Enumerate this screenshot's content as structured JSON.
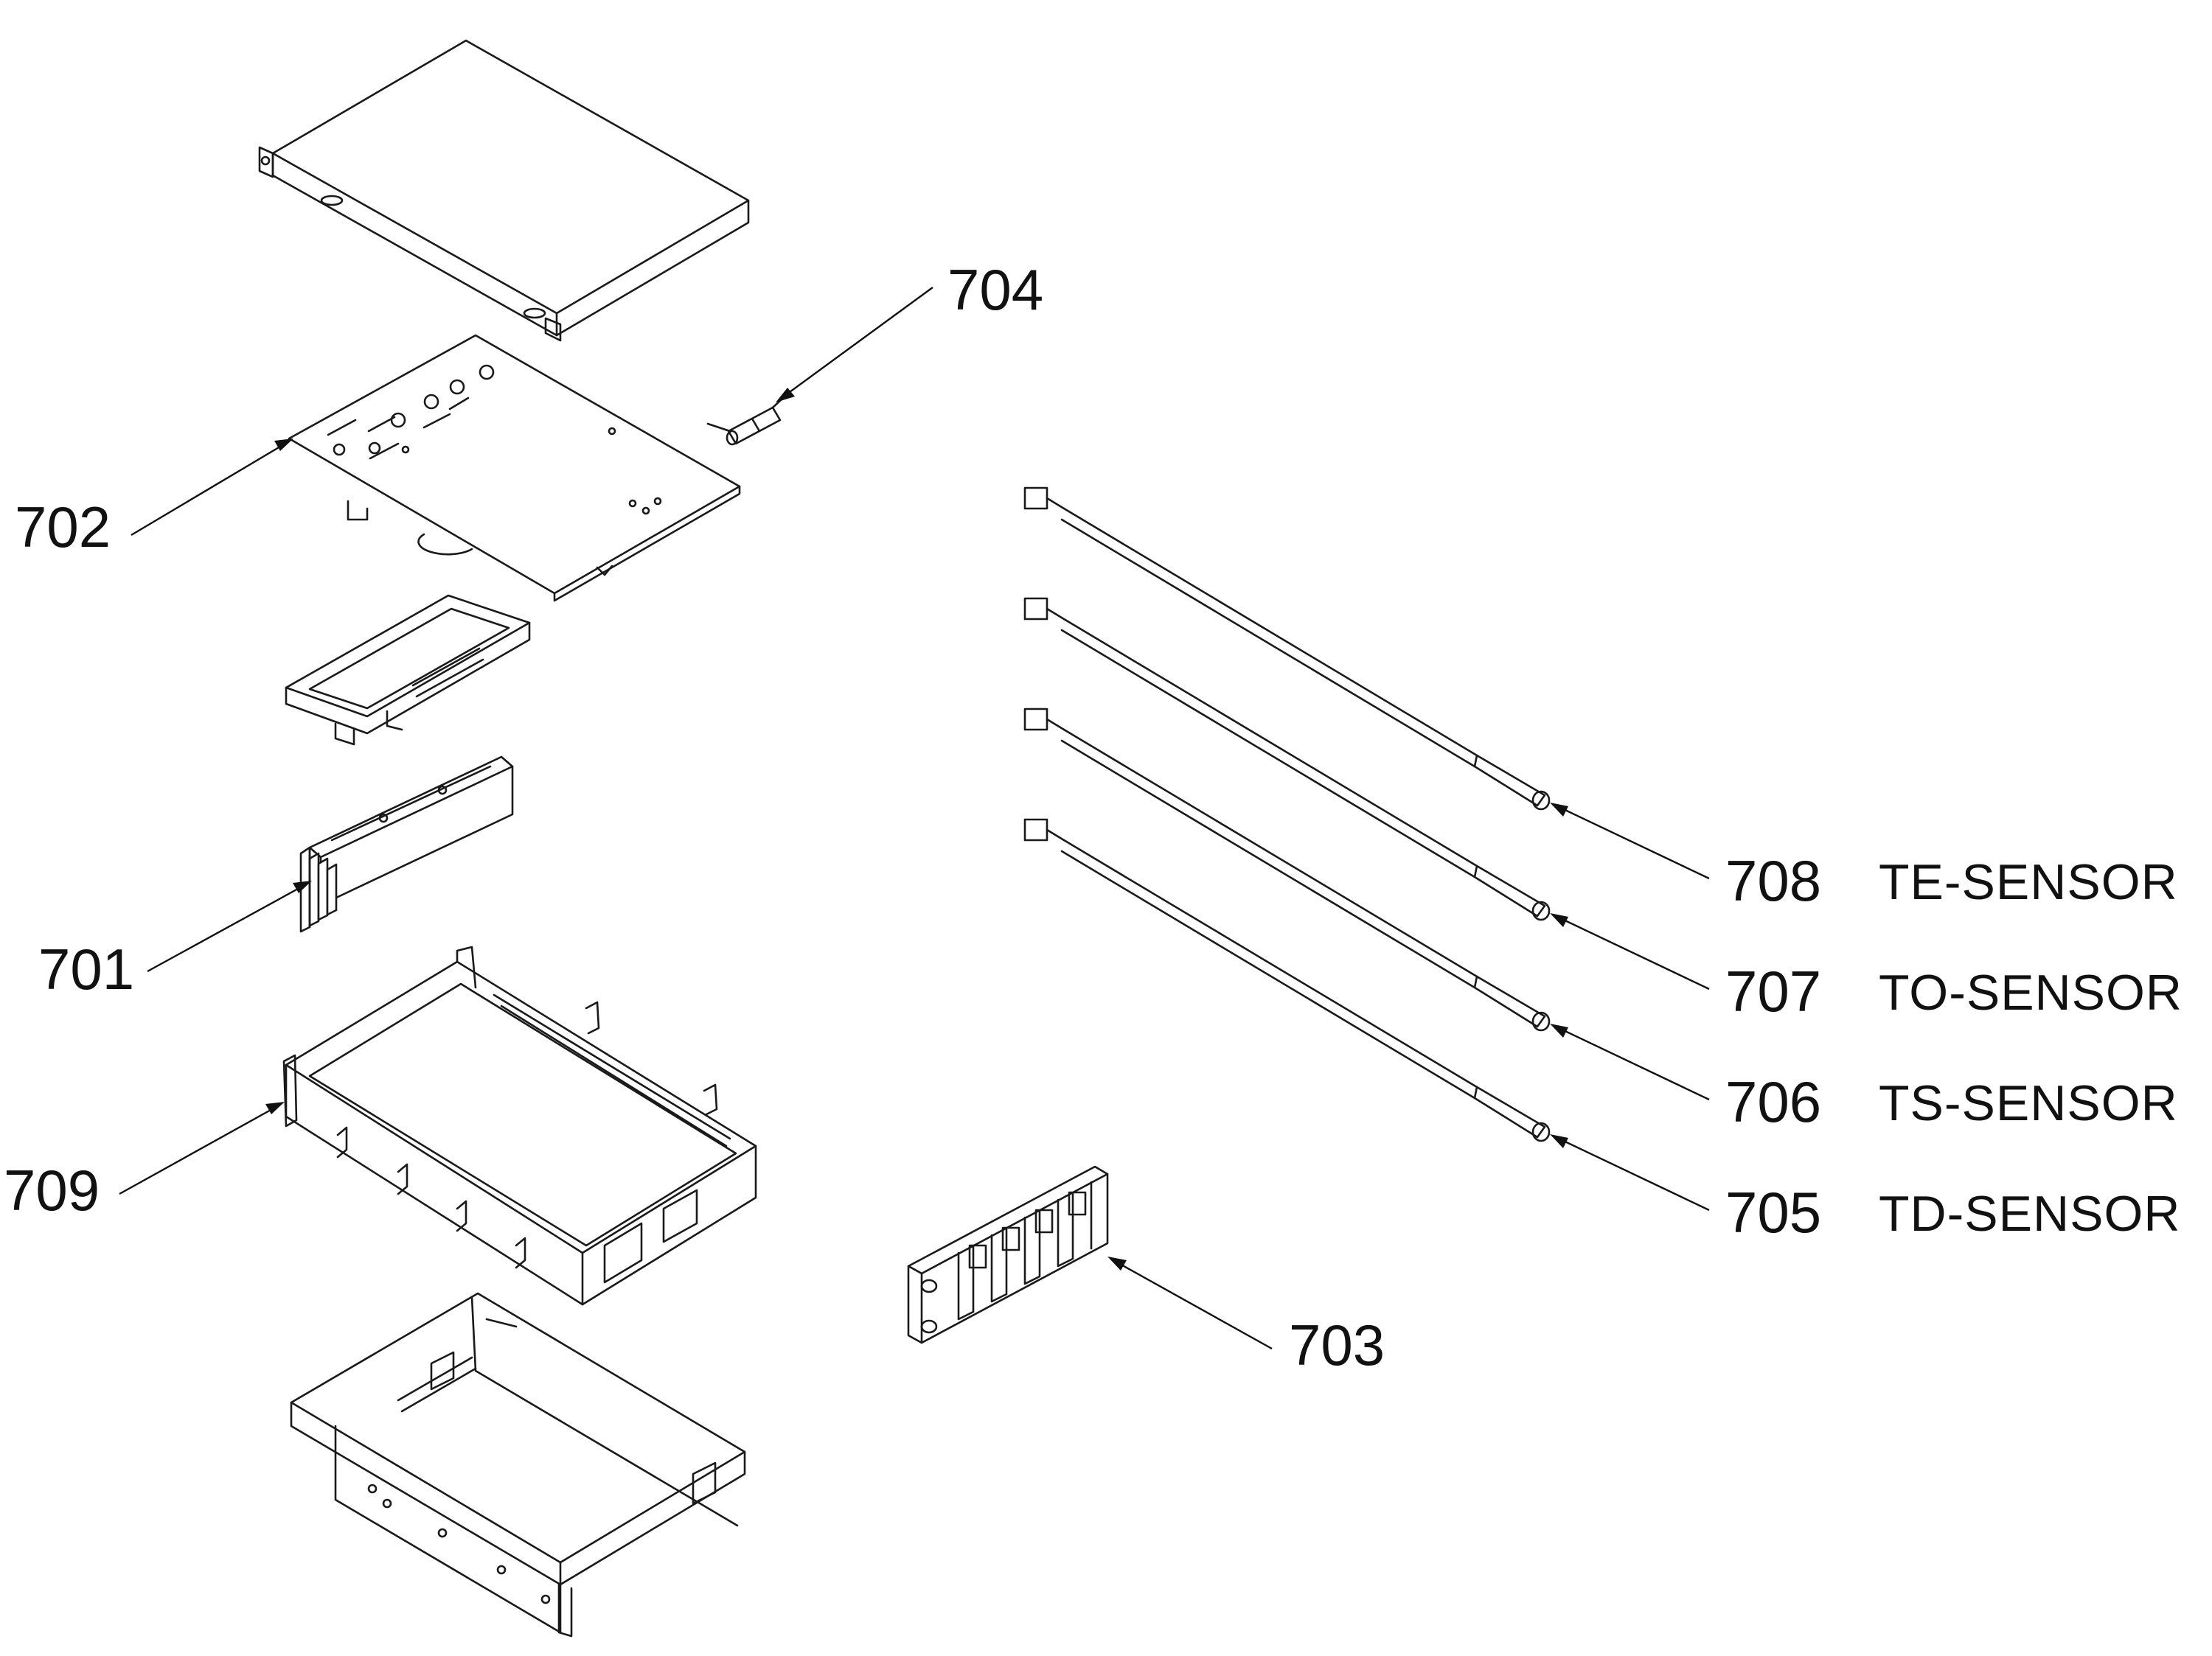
{
  "callouts": {
    "c701": "701",
    "c702": "702",
    "c703": "703",
    "c704": "704",
    "c705": "705",
    "c706": "706",
    "c707": "707",
    "c708": "708",
    "c709": "709"
  },
  "sensors": {
    "s705": "TD-SENSOR",
    "s706": "TS-SENSOR",
    "s707": "TO-SENSOR",
    "s708": "TE-SENSOR"
  }
}
